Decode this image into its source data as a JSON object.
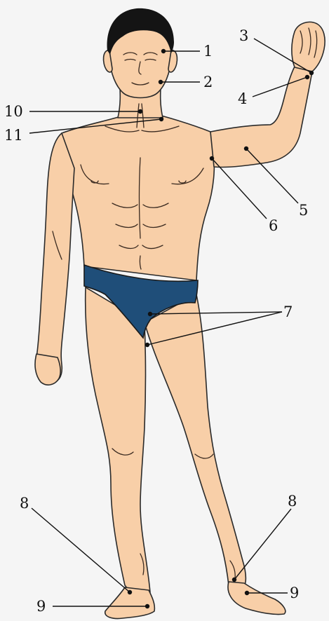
{
  "figure": {
    "labels": [
      {
        "id": "1",
        "text": "1"
      },
      {
        "id": "2",
        "text": "2"
      },
      {
        "id": "3",
        "text": "3"
      },
      {
        "id": "4",
        "text": "4"
      },
      {
        "id": "5",
        "text": "5"
      },
      {
        "id": "6",
        "text": "6"
      },
      {
        "id": "7",
        "text": "7"
      },
      {
        "id": "8a",
        "text": "8"
      },
      {
        "id": "8b",
        "text": "8"
      },
      {
        "id": "9a",
        "text": "9"
      },
      {
        "id": "9b",
        "text": "9"
      },
      {
        "id": "10",
        "text": "10"
      },
      {
        "id": "11",
        "text": "11"
      }
    ],
    "colors": {
      "skin": "#f8cfa8",
      "hair": "#141414",
      "briefs": "#1f4e79",
      "outline": "#2a2a2a",
      "background": "#f5f5f5"
    }
  }
}
